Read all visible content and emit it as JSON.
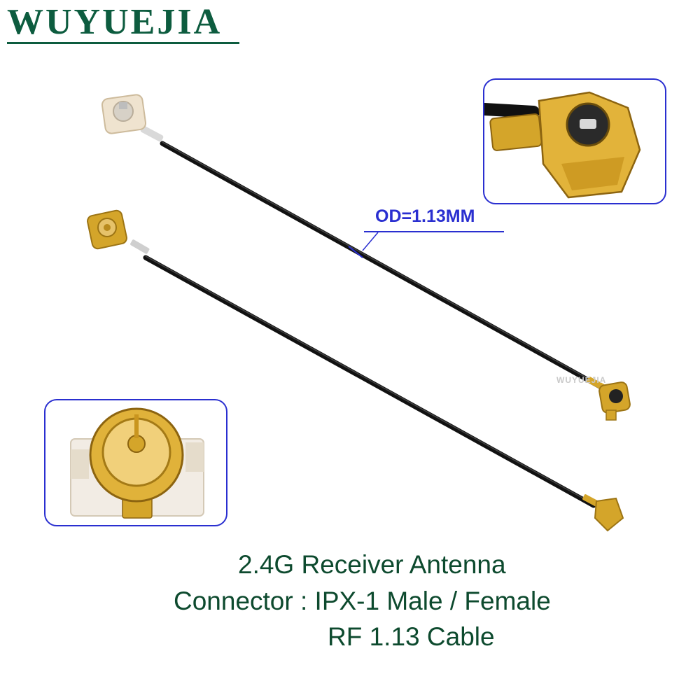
{
  "brand": {
    "logo": "WUYUEJIA",
    "color": "#0d5c3f"
  },
  "callout": {
    "od_label": "OD=1.13MM",
    "color": "#2a2fd0"
  },
  "caption": {
    "line1": "2.4G Receiver Antenna",
    "line2": "Connector : IPX-1 Male / Female",
    "line3": "RF 1.13 Cable",
    "color": "#0d4a2e"
  },
  "watermark": {
    "text": "WUYUEJIA"
  },
  "colors": {
    "cable": "#111111",
    "gold": "#d4a52a",
    "inset_border": "#2a2fd0",
    "socket_body": "#f2ece4"
  }
}
